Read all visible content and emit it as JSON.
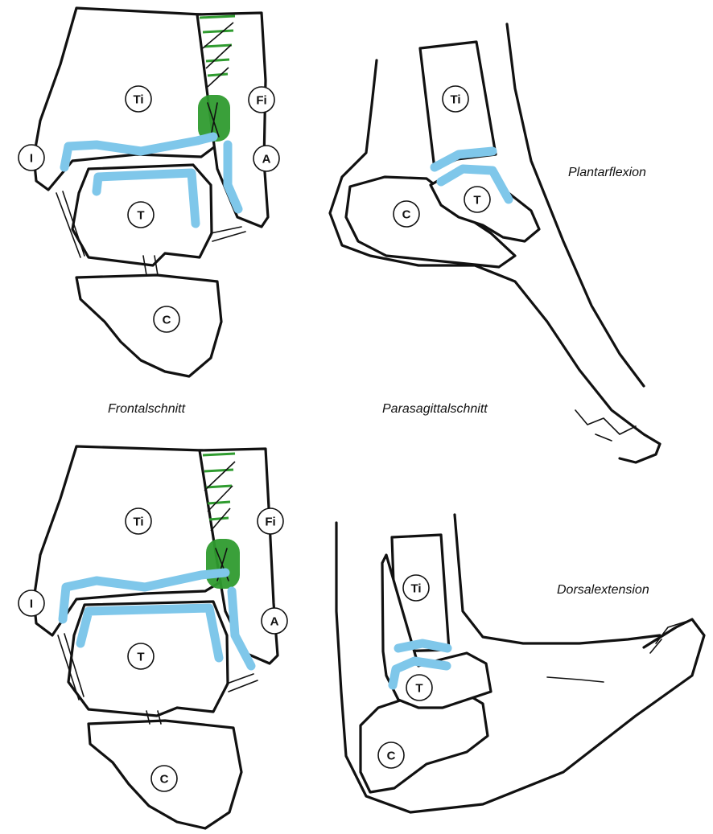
{
  "captions": {
    "frontal": "Frontalschnitt",
    "parasagittal": "Parasagittalschnitt",
    "plantarflexion": "Plantarflexion",
    "dorsalextension": "Dorsalextension"
  },
  "labels": {
    "tibia": "Ti",
    "fibula": "Fi",
    "talus": "T",
    "calcaneus": "C",
    "medial_malleolus": "I",
    "lateral_malleolus": "A"
  },
  "colors": {
    "cartilage": "#7fc7ea",
    "ligament": "#2f9b2f",
    "outline": "#111111",
    "background": "#ffffff"
  }
}
